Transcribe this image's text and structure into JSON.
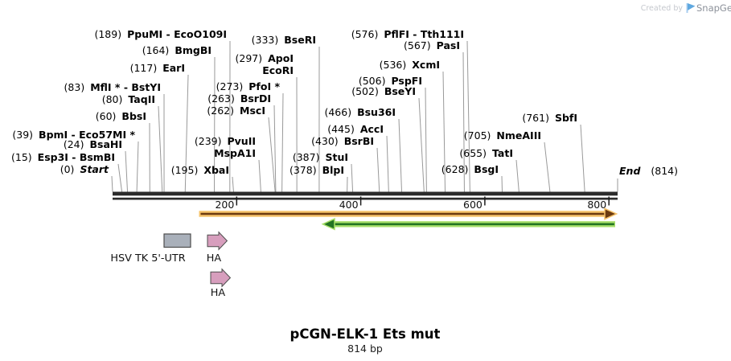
{
  "watermark": {
    "created_by": "Created by",
    "brand": "SnapGene"
  },
  "title": {
    "name": "pCGN-ELK-1 Ets mut",
    "size": "814 bp"
  },
  "map": {
    "length_bp": 814,
    "ruler_ticks": [
      200,
      400,
      600,
      800
    ],
    "sites": [
      {
        "bp": 0,
        "pos": "(0)",
        "names": [
          "Start"
        ],
        "italic": true
      },
      {
        "bp": 15,
        "pos": "(15)",
        "names": [
          "Esp3I - BsmBI"
        ]
      },
      {
        "bp": 24,
        "pos": "(24)",
        "names": [
          "BsaHI"
        ]
      },
      {
        "bp": 39,
        "pos": "(39)",
        "names": [
          "BpmI - Eco57MI *"
        ]
      },
      {
        "bp": 60,
        "pos": "(60)",
        "names": [
          "BbsI"
        ]
      },
      {
        "bp": 80,
        "pos": "(80)",
        "names": [
          "TaqII"
        ]
      },
      {
        "bp": 83,
        "pos": "(83)",
        "names": [
          "MflI * - BstYI"
        ]
      },
      {
        "bp": 117,
        "pos": "(117)",
        "names": [
          "EarI"
        ]
      },
      {
        "bp": 164,
        "pos": "(164)",
        "names": [
          "BmgBI"
        ]
      },
      {
        "bp": 189,
        "pos": "(189)",
        "names": [
          "PpuMI - EcoO109I"
        ]
      },
      {
        "bp": 195,
        "pos": "(195)",
        "names": [
          "XbaI"
        ]
      },
      {
        "bp": 239,
        "pos": "(239)",
        "names": [
          "PvuII",
          "MspA1I"
        ]
      },
      {
        "bp": 262,
        "pos": "(262)",
        "names": [
          "MscI"
        ]
      },
      {
        "bp": 263,
        "pos": "(263)",
        "names": [
          "BsrDI"
        ]
      },
      {
        "bp": 273,
        "pos": "(273)",
        "names": [
          "PfoI *"
        ]
      },
      {
        "bp": 297,
        "pos": "(297)",
        "names": [
          "ApoI",
          "EcoRI"
        ]
      },
      {
        "bp": 333,
        "pos": "(333)",
        "names": [
          "BseRI"
        ]
      },
      {
        "bp": 378,
        "pos": "(378)",
        "names": [
          "BlpI"
        ]
      },
      {
        "bp": 387,
        "pos": "(387)",
        "names": [
          "StuI"
        ]
      },
      {
        "bp": 430,
        "pos": "(430)",
        "names": [
          "BsrBI"
        ]
      },
      {
        "bp": 445,
        "pos": "(445)",
        "names": [
          "AccI"
        ]
      },
      {
        "bp": 466,
        "pos": "(466)",
        "names": [
          "Bsu36I"
        ]
      },
      {
        "bp": 502,
        "pos": "(502)",
        "names": [
          "BseYI"
        ]
      },
      {
        "bp": 506,
        "pos": "(506)",
        "names": [
          "PspFI"
        ]
      },
      {
        "bp": 536,
        "pos": "(536)",
        "names": [
          "XcmI"
        ]
      },
      {
        "bp": 567,
        "pos": "(567)",
        "names": [
          "PasI"
        ]
      },
      {
        "bp": 576,
        "pos": "(576)",
        "names": [
          "PflFI - Tth111I"
        ]
      },
      {
        "bp": 628,
        "pos": "(628)",
        "names": [
          "BsgI"
        ]
      },
      {
        "bp": 655,
        "pos": "(655)",
        "names": [
          "TatI"
        ]
      },
      {
        "bp": 705,
        "pos": "(705)",
        "names": [
          "NmeAIII"
        ]
      },
      {
        "bp": 761,
        "pos": "(761)",
        "names": [
          "SbfI"
        ]
      },
      {
        "bp": 814,
        "pos": "(814)",
        "names": [
          "End"
        ],
        "italic": true,
        "label_after": true
      }
    ]
  },
  "strands": [
    {
      "name": "forward",
      "direction": "right",
      "outer": "#F6C36B",
      "inner": "#6B3A10"
    },
    {
      "name": "reverse",
      "direction": "left",
      "outer": "#A7DF69",
      "inner": "#237423"
    }
  ],
  "features": [
    {
      "label": "HSV TK 5'-UTR",
      "shape": "box",
      "color": "#A9B0BA"
    },
    {
      "label": "HA",
      "shape": "arrow-right",
      "color": "#D79EBD"
    },
    {
      "label": "HA",
      "shape": "arrow-right",
      "color": "#D79EBD"
    }
  ],
  "colors": {
    "bar": "#2B2B2B",
    "leader_line": "#999999"
  }
}
